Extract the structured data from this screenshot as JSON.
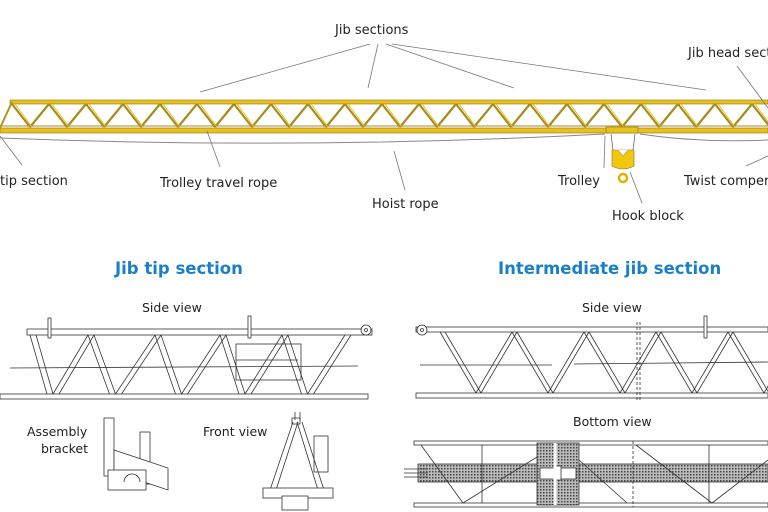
{
  "colors": {
    "jib_yellow": "#e8c21a",
    "jib_dark": "#8a7420",
    "title_blue": "#1a7fc9",
    "label_text": "#222222",
    "leader_line": "#777777"
  },
  "top_diagram": {
    "labels": {
      "jib_sections": "Jib sections",
      "jib_head_section": "Jib head sect",
      "jib_tip_section": "tip section",
      "trolley_travel_rope": "Trolley travel rope",
      "hoist_rope": "Hoist rope",
      "trolley": "Trolley",
      "hook_block": "Hook block",
      "twist_compensator": "Twist compen"
    }
  },
  "jib_tip": {
    "title": "Jib tip section",
    "side_view": "Side view",
    "assembly_bracket_line1": "Assembly",
    "assembly_bracket_line2": "bracket",
    "front_view": "Front view"
  },
  "intermediate": {
    "title": "Intermediate jib section",
    "side_view": "Side view",
    "bottom_view": "Bottom view"
  }
}
